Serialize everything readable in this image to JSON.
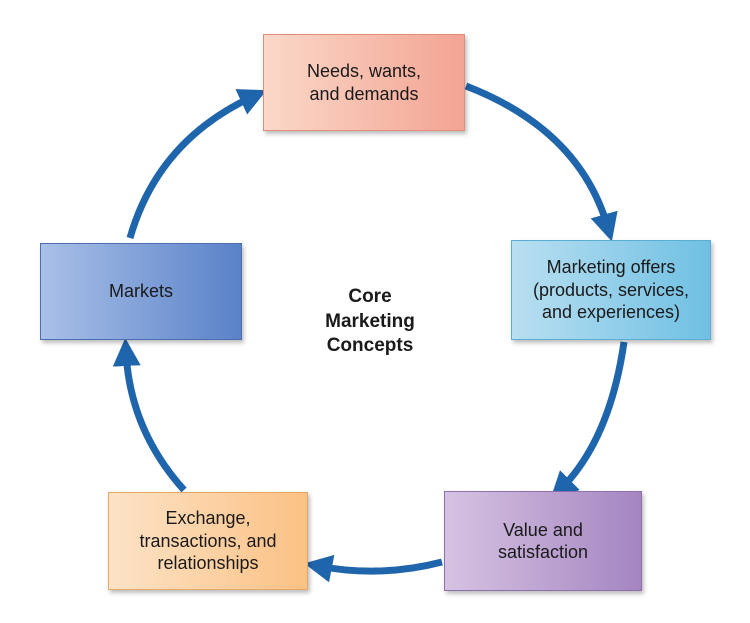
{
  "diagram": {
    "center_label": "Core\nMarketing\nConcepts",
    "nodes": {
      "needs": "Needs, wants,\nand demands",
      "offers": "Marketing offers\n(products, services,\nand experiences)",
      "value": "Value and\nsatisfaction",
      "exchange": "Exchange,\ntransactions, and\nrelationships",
      "markets": "Markets"
    },
    "colors": {
      "arrow": "#1f65ac",
      "needs": "#f3a493",
      "offers": "#6fc0e3",
      "value": "#a585c1",
      "exchange": "#fbc184",
      "markets": "#5a82c8"
    }
  }
}
